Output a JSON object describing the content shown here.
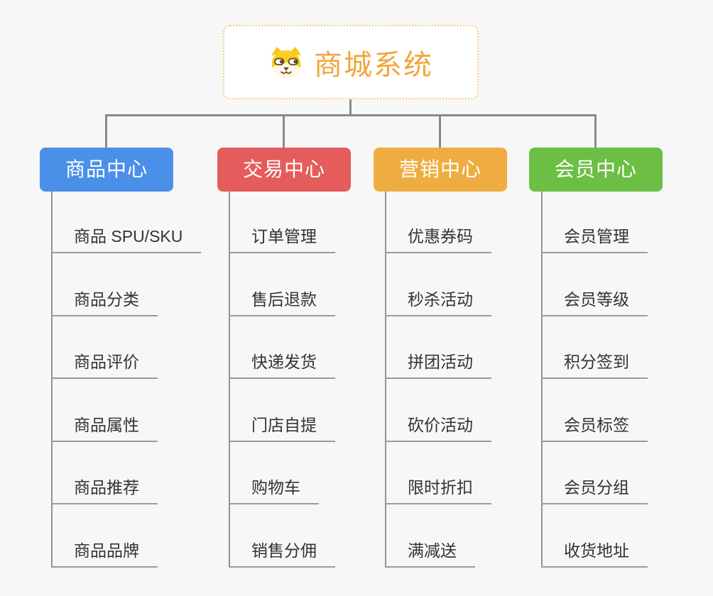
{
  "root": {
    "title": "商城系统",
    "icon": "shiba-dog-icon"
  },
  "branches": [
    {
      "label": "商品中心",
      "color": "#4a90e8",
      "children": [
        "商品 SPU/SKU",
        "商品分类",
        "商品评价",
        "商品属性",
        "商品推荐",
        "商品品牌"
      ]
    },
    {
      "label": "交易中心",
      "color": "#e45c5c",
      "children": [
        "订单管理",
        "售后退款",
        "快递发货",
        "门店自提",
        "购物车",
        "销售分佣"
      ]
    },
    {
      "label": "营销中心",
      "color": "#efad41",
      "children": [
        "优惠券码",
        "秒杀活动",
        "拼团活动",
        "砍价活动",
        "限时折扣",
        "满减送"
      ]
    },
    {
      "label": "会员中心",
      "color": "#6dbe45",
      "children": [
        "会员管理",
        "会员等级",
        "积分签到",
        "会员标签",
        "会员分组",
        "收货地址"
      ]
    }
  ],
  "colors": {
    "background": "#f7f7f7",
    "root_title": "#f0a63c",
    "root_border": "#f6cb8a",
    "connector": "#8a8a8a",
    "leaf_text": "#333333",
    "leaf_line": "#9b9b9b"
  }
}
